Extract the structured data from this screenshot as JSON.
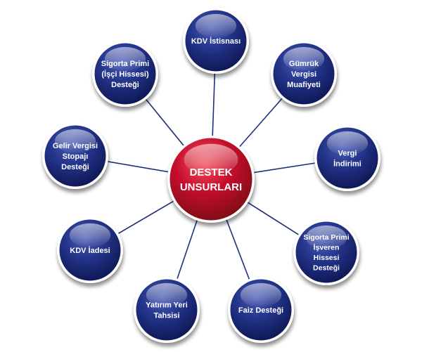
{
  "diagram": {
    "center": {
      "lines": [
        "DESTEK",
        "UNSURLARI"
      ],
      "color": "#c8102e"
    },
    "satellite_color": "#1f2f7a",
    "connector_color": "#1f2f7a",
    "nodes": [
      {
        "id": "kdv-istisnasi",
        "lines": [
          "KDV İstisnası"
        ]
      },
      {
        "id": "gumruk-vergisi-muafiyeti",
        "lines": [
          "Gümrük",
          "Vergisi",
          "Muafiyeti"
        ]
      },
      {
        "id": "vergi-indirimi",
        "lines": [
          "Vergi",
          "İndirimi"
        ]
      },
      {
        "id": "sigorta-primi-isveren-hissesi-destegi",
        "lines": [
          "Sigorta Primi",
          "İşveren",
          "Hissesi",
          "Desteği"
        ]
      },
      {
        "id": "faiz-destegi",
        "lines": [
          "Faiz Desteği"
        ]
      },
      {
        "id": "yatirim-yeri-tahsisi",
        "lines": [
          "Yatırım Yeri",
          "Tahsisi"
        ]
      },
      {
        "id": "kdv-iadesi",
        "lines": [
          "KDV İadesi"
        ]
      },
      {
        "id": "gelir-vergisi-stopaji-destegi",
        "lines": [
          "Gelir Vergisi",
          "Stopajı",
          "Desteği"
        ]
      },
      {
        "id": "sigorta-primi-isci-hissesi-destegi",
        "lines": [
          "Sigorta Primi",
          "(İşçi Hissesi)",
          "Desteği"
        ]
      }
    ]
  }
}
